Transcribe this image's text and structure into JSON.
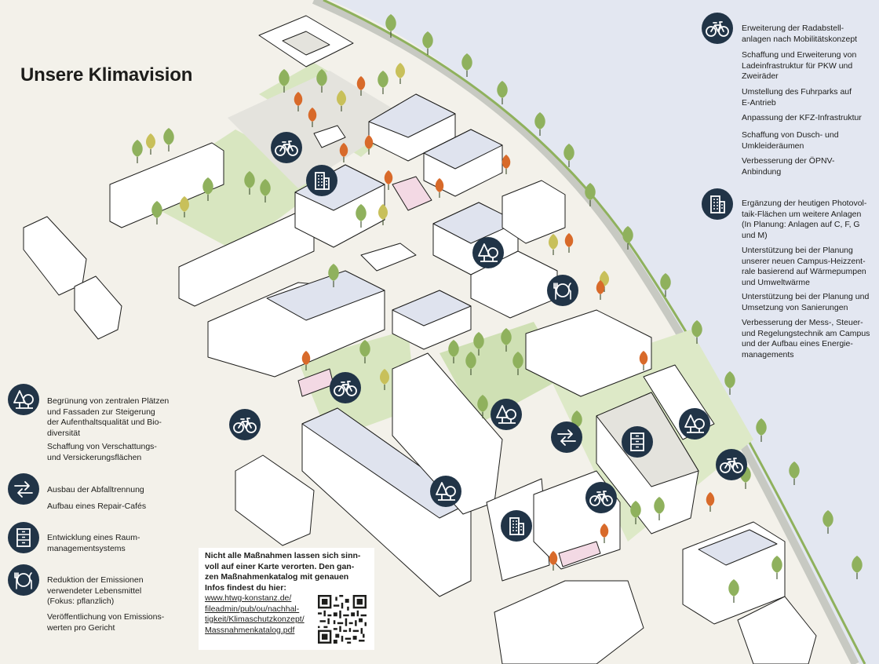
{
  "title": "Unsere Klimavision",
  "colors": {
    "badge": "#213447",
    "river": "#e3e7f1",
    "green": "#c9dba8",
    "tree_green": "#8fb15d",
    "tree_orange": "#d86a2a",
    "tree_yellow": "#c8c05a",
    "ground": "#f3f1ea"
  },
  "right_legend": [
    {
      "icon": "bicycle-icon",
      "items": [
        "Erweiterung der Radabstell-\nanlagen nach Mobilitätskonzept",
        "Schaffung und Erweiterung von\nLadeinfrastruktur für PKW und\nZweiräder",
        "Umstellung des Fuhrparks auf\nE-Antrieb",
        "Anpassung der KFZ-Infrastruktur",
        "Schaffung von Dusch- und\nUmkleideräumen",
        "Verbesserung der ÖPNV-\nAnbindung"
      ]
    },
    {
      "icon": "building-solar-icon",
      "items": [
        "Ergänzung der heutigen Photovol-\ntaik-Flächen um weitere Anlagen\n(In Planung: Anlagen auf C, F, G\nund M)",
        "Unterstützung bei der Planung\nunserer neuen Campus-Heizzent-\nrale basierend auf Wärmepumpen\nund Umweltwärme",
        "Unterstützung bei der Planung und\nUmsetzung von Sanierungen",
        "Verbesserung der Mess-, Steuer-\nund Regelungstechnik am Campus\nund der Aufbau eines Energie-\nmanagements"
      ]
    }
  ],
  "left_legend": [
    {
      "icon": "trees-icon",
      "items": [
        "Begrünung von zentralen Plätzen\nund Fassaden zur Steigerung\nder Aufenthaltsqualität und Bio-\ndiversität",
        "Schaffung von Verschattungs-\nund Versickerungsflächen"
      ]
    },
    {
      "icon": "recycle-arrows-icon",
      "items": [
        "Ausbau der Abfalltrennung",
        "Aufbau eines Repair-Cafés"
      ]
    },
    {
      "icon": "cabinet-icon",
      "items": [
        "Entwicklung eines Raum-\nmanagementsystems"
      ]
    },
    {
      "icon": "plate-cutlery-icon",
      "items": [
        "Reduktion der Emissionen\nverwendeter Lebensmittel\n(Fokus: pflanzlich)",
        "Veröffentlichung von Emissions-\nwerten pro Gericht"
      ]
    }
  ],
  "info_box": {
    "heading": "Nicht alle Maßnahmen lassen sich sinn-\nvoll auf einer Karte verorten. Den gan-\nzen Maßnahmenkatalog mit genauen\nInfos findest du hier:",
    "link": "www.htwg-konstanz.de/\nfileadmin/pub/ou/nachhal-\ntigkeit/Klimaschutzkonzept/\nMassnahmenkatalog.pdf"
  },
  "map_markers": [
    "bicycle-icon",
    "building-solar-icon",
    "trees-icon",
    "plate-cutlery-icon",
    "bicycle-icon",
    "bicycle-icon",
    "trees-icon",
    "recycle-arrows-icon",
    "cabinet-icon",
    "trees-icon",
    "bicycle-icon",
    "trees-icon",
    "building-solar-icon",
    "bicycle-icon"
  ]
}
